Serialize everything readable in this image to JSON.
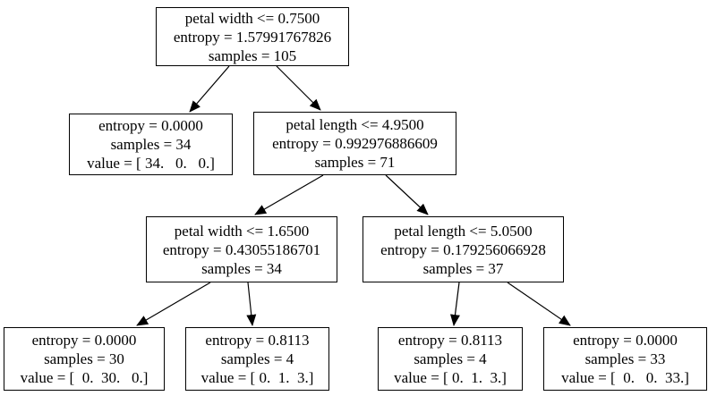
{
  "diagram": {
    "type": "decision-tree",
    "colors": {
      "background": "#ffffff",
      "node_fill": "#ffffff",
      "node_border": "#000000",
      "edge": "#000000",
      "text": "#000000"
    },
    "nodes": [
      {
        "id": "root",
        "lines": [
          "petal width <= 0.7500",
          "entropy = 1.57991767826",
          "samples = 105"
        ]
      },
      {
        "id": "leaf-depth1",
        "lines": [
          "entropy = 0.0000",
          "samples = 34",
          "value = [ 34.   0.   0.]"
        ]
      },
      {
        "id": "split-depth1",
        "lines": [
          "petal length <= 4.9500",
          "entropy = 0.992976886609",
          "samples = 71"
        ]
      },
      {
        "id": "split-depth2a",
        "lines": [
          "petal width <= 1.6500",
          "entropy = 0.43055186701",
          "samples = 34"
        ]
      },
      {
        "id": "split-depth2b",
        "lines": [
          "petal length <= 5.0500",
          "entropy = 0.179256066928",
          "samples = 37"
        ]
      },
      {
        "id": "leaf-a",
        "lines": [
          "entropy = 0.0000",
          "samples = 30",
          "value = [  0.  30.   0.]"
        ]
      },
      {
        "id": "leaf-b",
        "lines": [
          "entropy = 0.8113",
          "samples = 4",
          "value = [ 0.  1.  3.]"
        ]
      },
      {
        "id": "leaf-c",
        "lines": [
          "entropy = 0.8113",
          "samples = 4",
          "value = [ 0.  1.  3.]"
        ]
      },
      {
        "id": "leaf-d",
        "lines": [
          "entropy = 0.0000",
          "samples = 33",
          "value = [  0.   0.  33.]"
        ]
      }
    ],
    "edges": [
      {
        "from": "root",
        "to": "leaf-depth1"
      },
      {
        "from": "root",
        "to": "split-depth1"
      },
      {
        "from": "split-depth1",
        "to": "split-depth2a"
      },
      {
        "from": "split-depth1",
        "to": "split-depth2b"
      },
      {
        "from": "split-depth2a",
        "to": "leaf-a"
      },
      {
        "from": "split-depth2a",
        "to": "leaf-b"
      },
      {
        "from": "split-depth2b",
        "to": "leaf-c"
      },
      {
        "from": "split-depth2b",
        "to": "leaf-d"
      }
    ]
  }
}
